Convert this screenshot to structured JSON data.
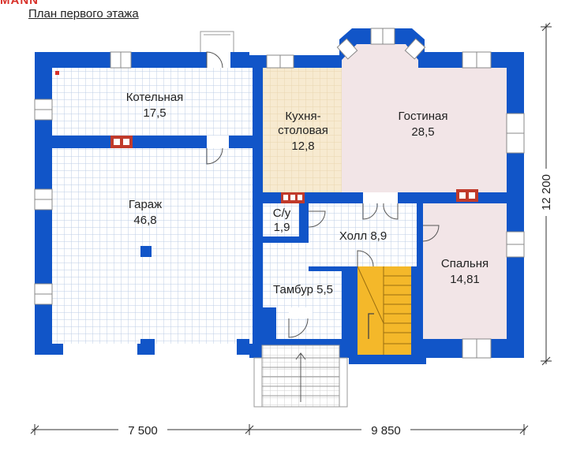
{
  "brand": "MANN",
  "plan_title": "План первого этажа",
  "rooms": {
    "boiler": {
      "name": "Котельная",
      "area": "17,5"
    },
    "kitchen": {
      "name_line1": "Кухня-",
      "name_line2": "столовая",
      "area": "12,8"
    },
    "living": {
      "name": "Гостиная",
      "area": "28,5"
    },
    "garage": {
      "name": "Гараж",
      "area": "46,8"
    },
    "wc": {
      "name": "С/у",
      "area": "1,9"
    },
    "hall": {
      "name": "Холл 8,9"
    },
    "vestibule": {
      "name": "Тамбур 5,5"
    },
    "bedroom": {
      "name": "Спальня",
      "area": "14,81"
    }
  },
  "dimensions": {
    "left_width": "7 500",
    "right_width": "9 850",
    "depth": "12 200"
  },
  "colors": {
    "wall": "#1155c8",
    "grid_blue": "#bccde6",
    "kitchen_fill": "#f7ead0",
    "living_fill": "#f2e5e7",
    "stair_fill": "#f4b82a",
    "brick": "#c03a2b"
  }
}
